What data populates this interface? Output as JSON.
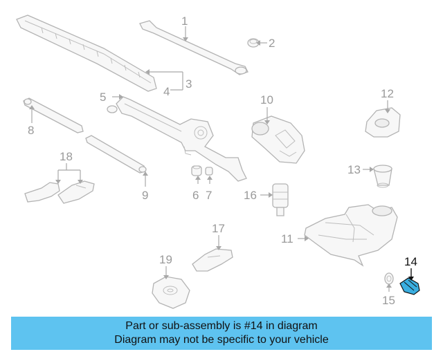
{
  "diagram": {
    "callouts": {
      "c1": "1",
      "c2": "2",
      "c3": "3",
      "c4": "4",
      "c5": "5",
      "c6": "6",
      "c7": "7",
      "c8": "8",
      "c9": "9",
      "c10": "10",
      "c11": "11",
      "c12": "12",
      "c13": "13",
      "c14": "14",
      "c15": "15",
      "c16": "16",
      "c17": "17",
      "c18": "18",
      "c19": "19"
    },
    "highlighted_part": "14",
    "highlight_color": "#3aaee0"
  },
  "banner": {
    "line1": "Part or sub-assembly is #14 in diagram",
    "line2": "Diagram may not be specific to your vehicle",
    "background": "#5ec3f0"
  }
}
